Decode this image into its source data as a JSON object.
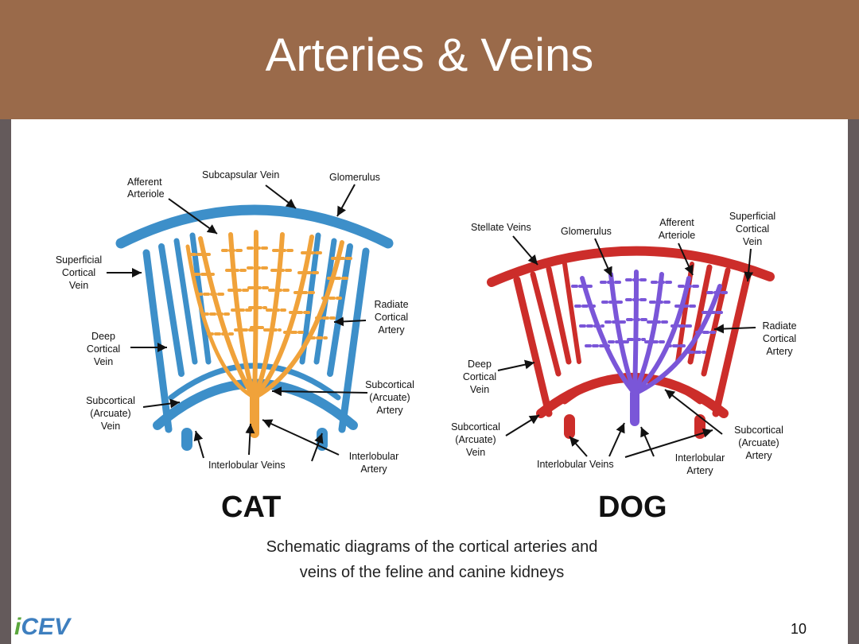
{
  "slide": {
    "title": "Arteries & Veins",
    "page_number": "10",
    "logo": {
      "prefix": "i",
      "text": "CEV"
    }
  },
  "cat": {
    "name": "CAT",
    "labels": {
      "afferent_arteriole_1": "Afferent",
      "afferent_arteriole_2": "Arteriole",
      "subcapsular_vein": "Subcapsular Vein",
      "glomerulus": "Glomerulus",
      "superficial_cortical_vein_1": "Superficial",
      "superficial_cortical_vein_2": "Cortical",
      "superficial_cortical_vein_3": "Vein",
      "radiate_cortical_artery_1": "Radiate",
      "radiate_cortical_artery_2": "Cortical",
      "radiate_cortical_artery_3": "Artery",
      "deep_cortical_vein_1": "Deep",
      "deep_cortical_vein_2": "Cortical",
      "deep_cortical_vein_3": "Vein",
      "subcortical_artery_1": "Subcortical",
      "subcortical_artery_2": "(Arcuate)",
      "subcortical_artery_3": "Artery",
      "subcortical_vein_1": "Subcortical",
      "subcortical_vein_2": "(Arcuate)",
      "subcortical_vein_3": "Vein",
      "interlobular_veins": "Interlobular Veins",
      "interlobular_artery_1": "Interlobular",
      "interlobular_artery_2": "Artery"
    }
  },
  "dog": {
    "name": "DOG",
    "labels": {
      "stellate_veins": "Stellate Veins",
      "glomerulus": "Glomerulus",
      "afferent_arteriole_1": "Afferent",
      "afferent_arteriole_2": "Arteriole",
      "superficial_cortical_vein_1": "Superficial",
      "superficial_cortical_vein_2": "Cortical",
      "superficial_cortical_vein_3": "Vein",
      "radiate_cortical_artery_1": "Radiate",
      "radiate_cortical_artery_2": "Cortical",
      "radiate_cortical_artery_3": "Artery",
      "deep_cortical_vein_1": "Deep",
      "deep_cortical_vein_2": "Cortical",
      "deep_cortical_vein_3": "Vein",
      "subcortical_vein_1": "Subcortical",
      "subcortical_vein_2": "(Arcuate)",
      "subcortical_vein_3": "Vein",
      "subcortical_artery_1": "Subcortical",
      "subcortical_artery_2": "(Arcuate)",
      "subcortical_artery_3": "Artery",
      "interlobular_veins": "Interlobular Veins",
      "interlobular_artery_1": "Interlobular",
      "interlobular_artery_2": "Artery"
    }
  },
  "caption": {
    "line1": "Schematic diagrams of the cortical arteries and",
    "line2": "veins of the feline and canine kidneys"
  },
  "colors": {
    "header": "#9a6a4a",
    "border": "#645a5b",
    "cat_vein": "#3d8fc9",
    "cat_artery": "#f0a23a",
    "dog_vein": "#cc2d2a",
    "dog_artery": "#7a56d8",
    "logo_blue": "#3e7fbf",
    "logo_green": "#5aa63c"
  }
}
